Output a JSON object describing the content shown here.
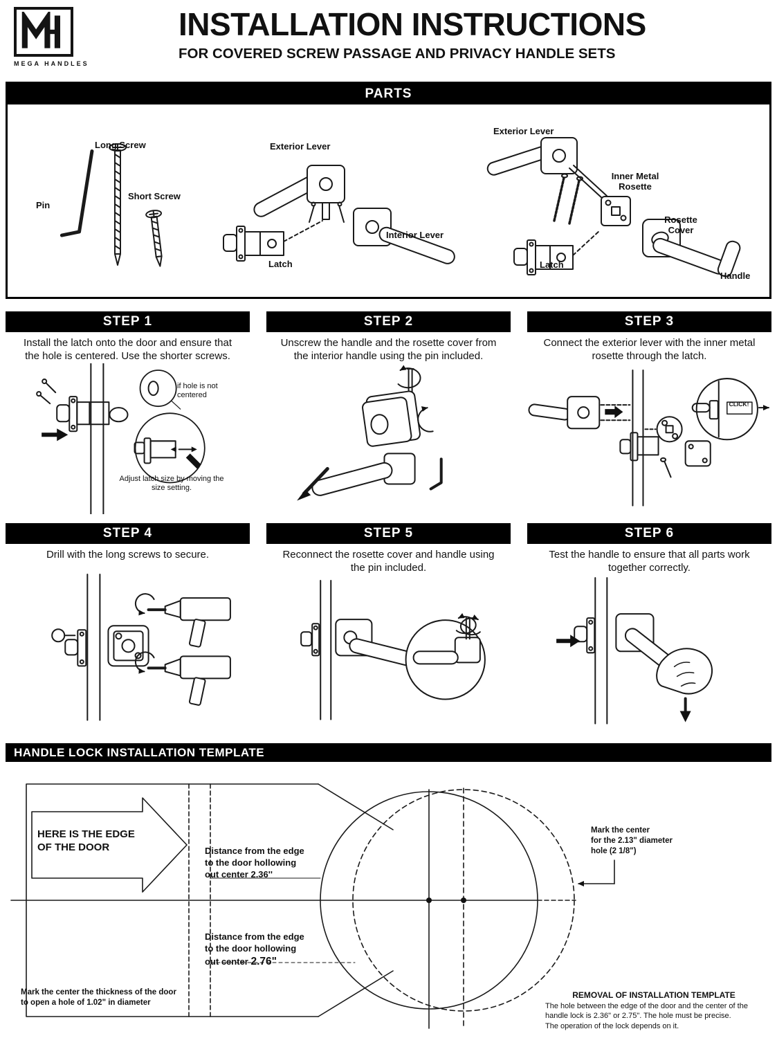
{
  "header": {
    "logo_text": "MEGA HANDLES",
    "title": "INSTALLATION INSTRUCTIONS",
    "subtitle": "FOR COVERED SCREW PASSAGE AND PRIVACY HANDLE SETS"
  },
  "parts": {
    "section_title": "PARTS",
    "labels": {
      "pin": "Pin",
      "long_screw": "Long Screw",
      "short_screw": "Short Screw",
      "exterior_lever_a": "Exterior Lever",
      "interior_lever": "Interior Lever",
      "latch_a": "Latch",
      "exterior_lever_b": "Exterior Lever",
      "inner_metal_rosette": "Inner Metal\nRosette",
      "rosette_cover": "Rosette\nCover",
      "latch_b": "Latch",
      "handle": "Handle"
    }
  },
  "steps": [
    {
      "label": "STEP 1",
      "text": "Install the latch onto the door and ensure that the hole is centered. Use the shorter screws.",
      "annotations": [
        "if hole is not centered",
        "Adjust latch size by moving the size setting."
      ]
    },
    {
      "label": "STEP 2",
      "text": "Unscrew the handle and the rosette cover from the interior handle using the pin included.",
      "annotations": []
    },
    {
      "label": "STEP 3",
      "text": "Connect the exterior lever with the inner metal rosette through the latch.",
      "annotations": [
        "CLICK!"
      ]
    },
    {
      "label": "STEP 4",
      "text": "Drill with the long screws to secure.",
      "annotations": []
    },
    {
      "label": "STEP 5",
      "text": "Reconnect the rosette cover and handle using the pin included.",
      "annotations": []
    },
    {
      "label": "STEP 6",
      "text": "Test the handle to ensure that all parts work together correctly.",
      "annotations": []
    }
  ],
  "template": {
    "bar_title": "HANDLE LOCK INSTALLATION TEMPLATE",
    "edge_label": "HERE IS THE EDGE\nOF THE DOOR",
    "distance_top_text": "Distance from the edge\nto the door hollowing\nout center ",
    "distance_top_value": "2.36''",
    "distance_bottom_text": "Distance from the edge\nto the door hollowing\nout center ",
    "distance_bottom_value": "2.76\"",
    "mark_hole_label": "Mark the center\nfor the 2.13\" diameter\nhole (2 1/8\")",
    "mark_thickness_label": "Mark the center the thickness of the door\nto open a hole of 1.02\" in diameter",
    "removal_title": "REMOVAL OF INSTALLATION TEMPLATE",
    "removal_body": "The hole between the edge of the door and the center of the\nhandle lock is 2.36\" or 2.75\". The hole must be precise.\nThe operation of the lock depends on it."
  }
}
